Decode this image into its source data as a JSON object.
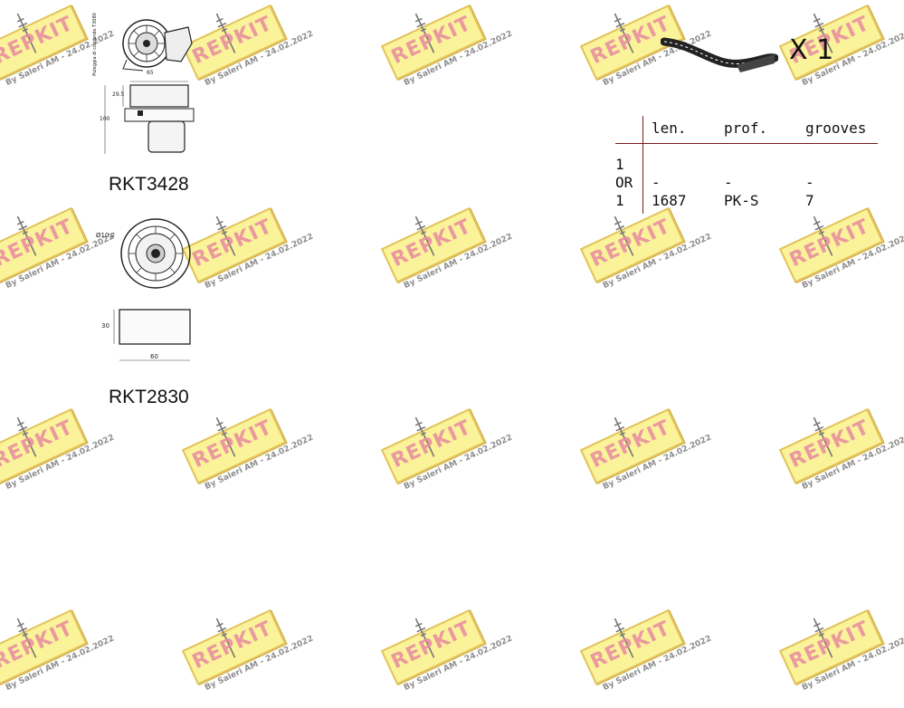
{
  "watermark": {
    "brand": "REPKIT",
    "subtitle": "By Saleri AM - 24.02.2022"
  },
  "parts": [
    {
      "code": "RKT3428",
      "drawing_note": "Puleggia di comando T3080",
      "dims": {
        "width": "65",
        "step": "29.5",
        "height": "100"
      }
    },
    {
      "code": "RKT2830",
      "dims": {
        "diameter": "Ø10.2",
        "height": "30",
        "width": "60"
      }
    }
  ],
  "belt": {
    "quantity": "X 1",
    "headers": [
      "len.",
      "prof.",
      "grooves"
    ],
    "rows": [
      {
        "qty": "1",
        "len": "",
        "prof": "",
        "grooves": ""
      },
      {
        "qty": "OR",
        "len": "-",
        "prof": "-",
        "grooves": "-"
      },
      {
        "qty": "1",
        "len": "1687",
        "prof": "PK-S",
        "grooves": "7"
      }
    ]
  }
}
